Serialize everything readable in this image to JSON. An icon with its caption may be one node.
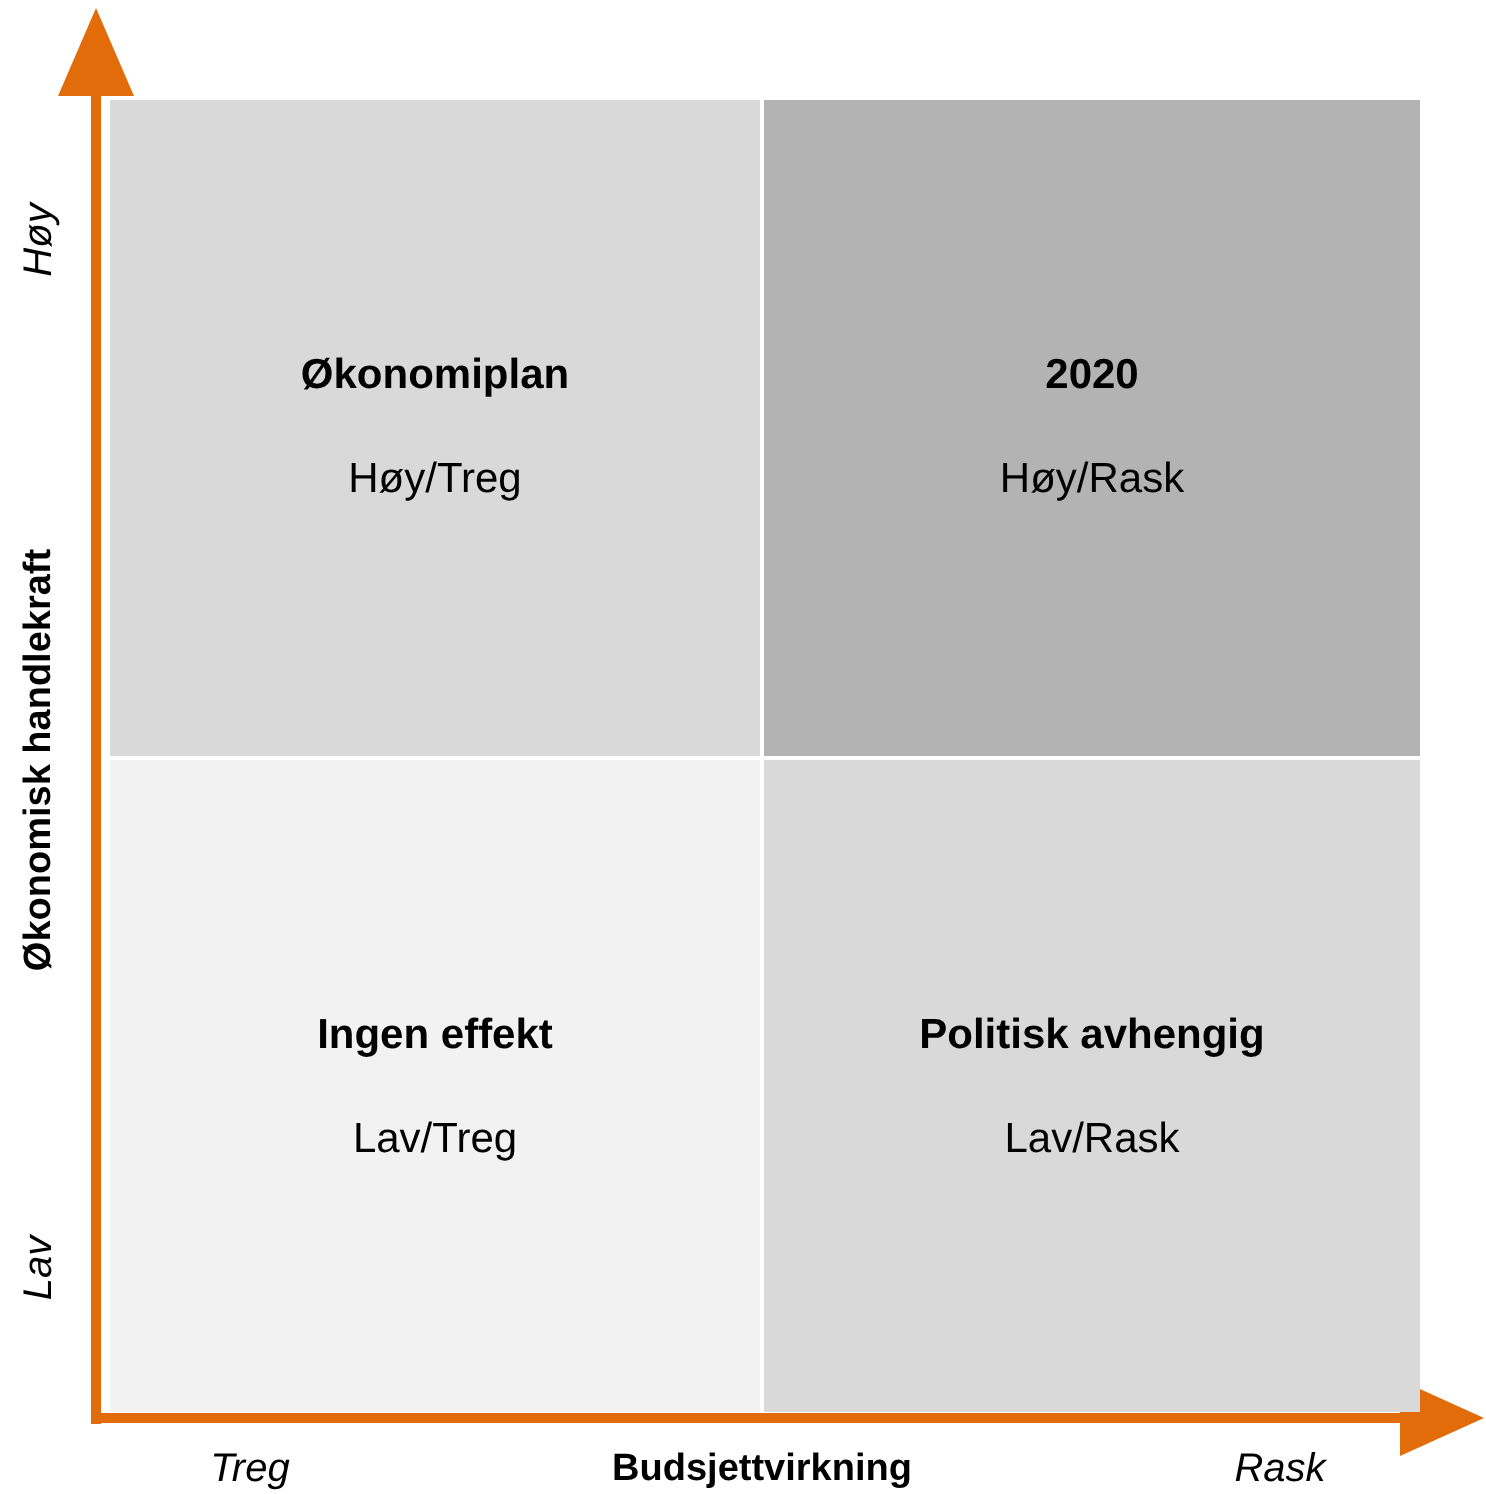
{
  "diagram": {
    "nodes": [
      {
        "text": [
          "Økonomiplan",
          "Høy/Treg"
        ]
      },
      {
        "text": [
          "2020",
          "Høy/Rask"
        ]
      },
      {
        "text": [
          "Ingen effekt",
          "Lav/Treg"
        ]
      },
      {
        "text": [
          "Politisk avhengig",
          "Lav/Rask"
        ]
      }
    ],
    "labels": [
      "Høy",
      "Økonomisk handlekraft",
      "Lav",
      "Treg",
      "Budsjettvirkning",
      "Rask"
    ]
  }
}
